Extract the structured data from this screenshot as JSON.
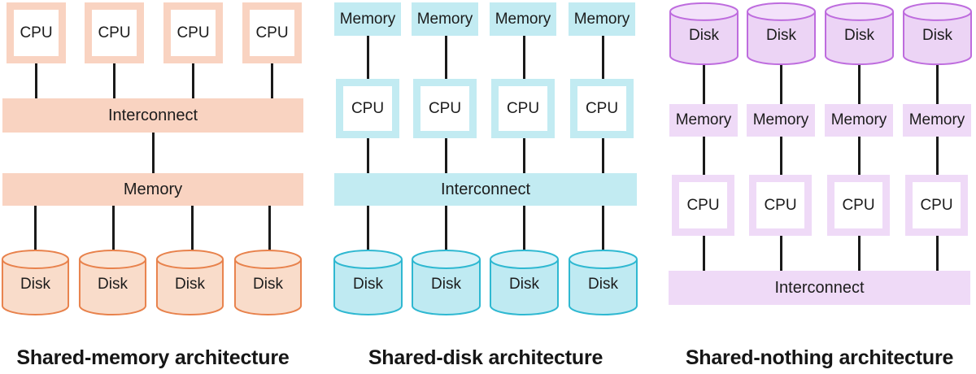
{
  "figure": {
    "colors": {
      "line": "#1A1A1A",
      "text": "#1C1C1C",
      "caption": "#161616",
      "background": "#FFFFFF"
    },
    "panels": [
      {
        "name": "shared-memory",
        "caption": "Shared-memory architecture",
        "node_count": 4,
        "labels": {
          "cpu": "CPU",
          "memory": "Memory",
          "disk": "Disk",
          "interconnect": "Interconnect"
        },
        "colors": {
          "fill": "#F9D3C1",
          "stroke": "#E8824C",
          "disk_top": "#FBE5D6",
          "disk_body": "#F9DCCA"
        }
      },
      {
        "name": "shared-disk",
        "caption": "Shared-disk architecture",
        "node_count": 4,
        "labels": {
          "cpu": "CPU",
          "memory": "Memory",
          "disk": "Disk",
          "interconnect": "Interconnect"
        },
        "colors": {
          "fill": "#C2EBF2",
          "stroke": "#2FB8D1",
          "disk_top": "#D8F2F8",
          "disk_body": "#BFEAF2"
        }
      },
      {
        "name": "shared-nothing",
        "caption": "Shared-nothing architecture",
        "node_count": 4,
        "labels": {
          "cpu": "CPU",
          "memory": "Memory",
          "disk": "Disk",
          "interconnect": "Interconnect"
        },
        "colors": {
          "fill": "#EFDAF7",
          "stroke": "#BE6CDE",
          "disk_top": "#F3E2FA",
          "disk_body": "#ECD4F5"
        }
      }
    ]
  }
}
